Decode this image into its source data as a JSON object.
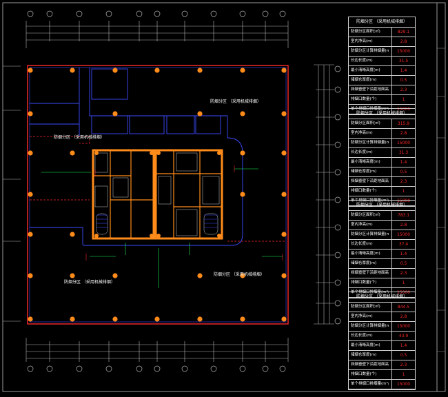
{
  "drawing": {
    "zones": [
      {
        "label": "防烟分区 （采用机械排烟）"
      },
      {
        "label": "防烟分区 （采用机械排烟）"
      },
      {
        "label": "防烟分区 （采用机械排烟）"
      },
      {
        "label": "防烟分区 （采用机械排烟）"
      }
    ],
    "colors": {
      "background": "#000000",
      "wall": "#ff8c1a",
      "column": "#ff8c1a",
      "partition": "#3d4bff",
      "smoke_boundary": "#ff2a2a",
      "dimension": "#b7b7b7",
      "annotation": "#19ff5a",
      "table_value": "#ff2a2a"
    }
  },
  "tables": [
    {
      "title": "防烟分区 （采用机械排烟）",
      "rows": [
        {
          "label": "防烟分区面积(㎡)",
          "value": "829.1"
        },
        {
          "label": "室内净高(m)",
          "value": "2.8"
        },
        {
          "label": "防烟分区计算排烟量(m³/h)",
          "value": "15000"
        },
        {
          "label": "长边长度(m)",
          "value": "31.5"
        },
        {
          "label": "最小清晰高度(m)",
          "value": "1.4"
        },
        {
          "label": "储烟仓厚度(m)",
          "value": "0.5"
        },
        {
          "label": "挡烟垂壁下沿距地面高度(m)",
          "value": "2.3"
        },
        {
          "label": "排烟口数量(个)",
          "value": "1"
        },
        {
          "label": "单个排烟口排烟量(m³/h)",
          "value": "15000"
        }
      ]
    },
    {
      "title": "防烟分区 （采用机械排烟）",
      "rows": [
        {
          "label": "防烟分区面积(㎡)",
          "value": "315.9"
        },
        {
          "label": "室内净高(m)",
          "value": "2.8"
        },
        {
          "label": "防烟分区计算排烟量(m³/h)",
          "value": "15000"
        },
        {
          "label": "长边长度(m)",
          "value": "31.3"
        },
        {
          "label": "最小清晰高度(m)",
          "value": "1.4"
        },
        {
          "label": "储烟仓厚度(m)",
          "value": "0.5"
        },
        {
          "label": "挡烟垂壁下沿距地面高度(m)",
          "value": "2.3"
        },
        {
          "label": "排烟口数量(个)",
          "value": "1"
        },
        {
          "label": "单个排烟口排烟量(m³/h)",
          "value": "15000"
        }
      ]
    },
    {
      "title": "防烟分区 （采用机械排烟）",
      "rows": [
        {
          "label": "防烟分区面积(㎡)",
          "value": "783.1"
        },
        {
          "label": "室内净高(m)",
          "value": "2.8"
        },
        {
          "label": "防烟分区计算排烟量(m³/h)",
          "value": "15000"
        },
        {
          "label": "长边长度(m)",
          "value": "37.4"
        },
        {
          "label": "最小清晰高度(m)",
          "value": "1.4"
        },
        {
          "label": "储烟仓厚度(m)",
          "value": "0.5"
        },
        {
          "label": "挡烟垂壁下沿距地面高度(m)",
          "value": "2.3"
        },
        {
          "label": "排烟口数量(个)",
          "value": "1"
        },
        {
          "label": "单个排烟口排烟量(m³/h)",
          "value": "15000"
        }
      ]
    },
    {
      "title": "防烟分区 （采用机械排烟）",
      "rows": [
        {
          "label": "防烟分区面积(㎡)",
          "value": "844.5"
        },
        {
          "label": "室内净高(m)",
          "value": "2.8"
        },
        {
          "label": "防烟分区计算排烟量(m³/h)",
          "value": "15000"
        },
        {
          "label": "长边长度(m)",
          "value": "43.9"
        },
        {
          "label": "最小清晰高度(m)",
          "value": "1.4"
        },
        {
          "label": "储烟仓厚度(m)",
          "value": "0.5"
        },
        {
          "label": "挡烟垂壁下沿距地面高度(m)",
          "value": "2.3"
        },
        {
          "label": "排烟口数量(个)",
          "value": "1"
        },
        {
          "label": "单个排烟口排烟量(m³/h)",
          "value": "15000"
        }
      ]
    }
  ]
}
